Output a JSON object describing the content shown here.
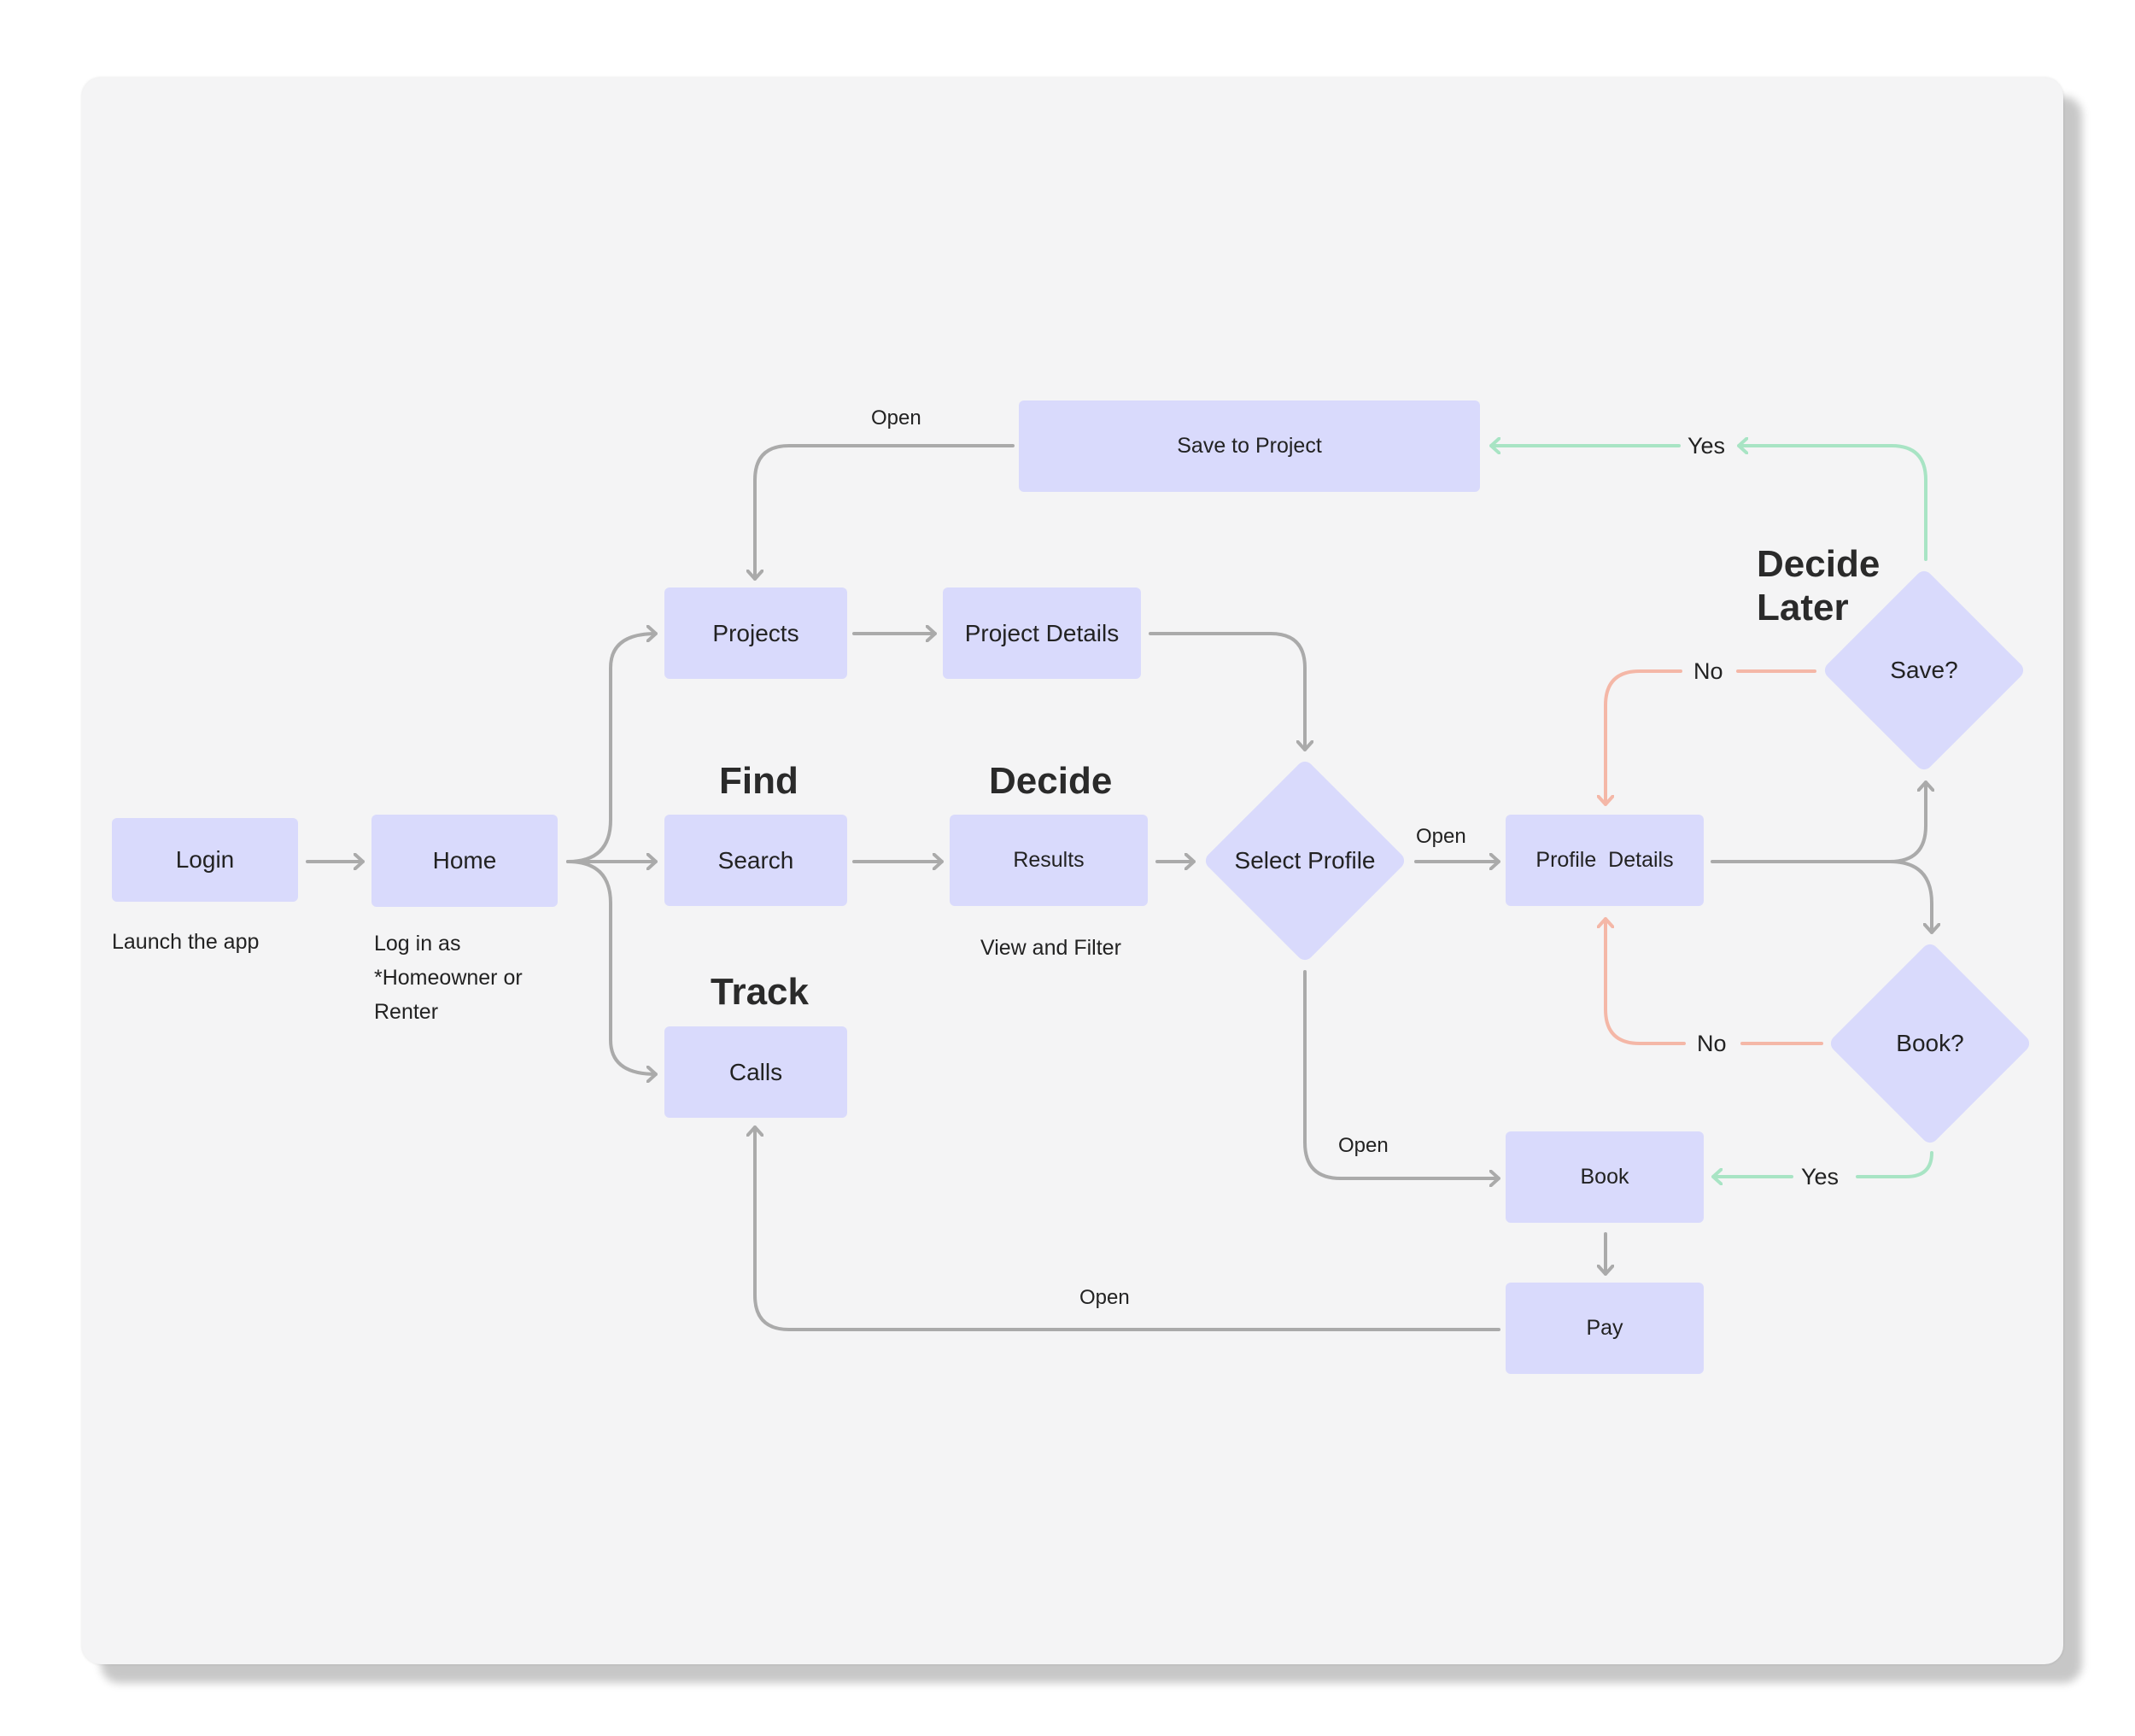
{
  "headings": {
    "find": "Find",
    "decide": "Decide",
    "track": "Track",
    "decide_later": "Decide Later"
  },
  "nodes": {
    "login": "Login",
    "home": "Home",
    "projects": "Projects",
    "project_details": "Project Details",
    "search": "Search",
    "results": "Results",
    "calls": "Calls",
    "save_to_project": "Save to Project",
    "profile_details": "Profile  Details",
    "book": "Book",
    "pay": "Pay"
  },
  "decisions": {
    "select_profile": "Select Profile",
    "save": "Save?",
    "book": "Book?"
  },
  "notes": {
    "login": "Launch the app",
    "home": "Log in as\n *Homeowner or\nRenter",
    "results": "View and Filter"
  },
  "edge_labels": {
    "save_to_projects": "Open",
    "select_to_profile": "Open",
    "select_to_book": "Open",
    "pay_to_calls": "Open",
    "save_yes": "Yes",
    "save_no": "No",
    "book_no": "No",
    "book_yes": "Yes"
  },
  "colors": {
    "node_fill": "#d9dafc",
    "connector": "#aaaaaa",
    "yes_path": "#a8e4c4",
    "no_path": "#f4b7a7",
    "canvas": "#f4f4f5"
  }
}
